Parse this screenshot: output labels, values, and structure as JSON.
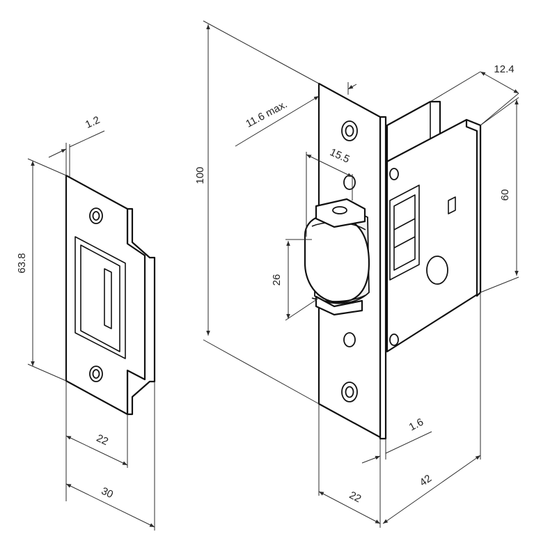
{
  "strike_plate": {
    "dimensions": {
      "thickness": "1.2",
      "height": "63.8",
      "opening_width": "22",
      "overall_width": "30"
    }
  },
  "latch": {
    "dimensions": {
      "height": "100",
      "projection": "11.6 max.",
      "backset_offset": "15.5",
      "bolt_height": "26",
      "case_depth": "12.4",
      "case_height": "60",
      "faceplate_thickness": "1.6",
      "faceplate_width": "22",
      "case_length": "42"
    }
  }
}
